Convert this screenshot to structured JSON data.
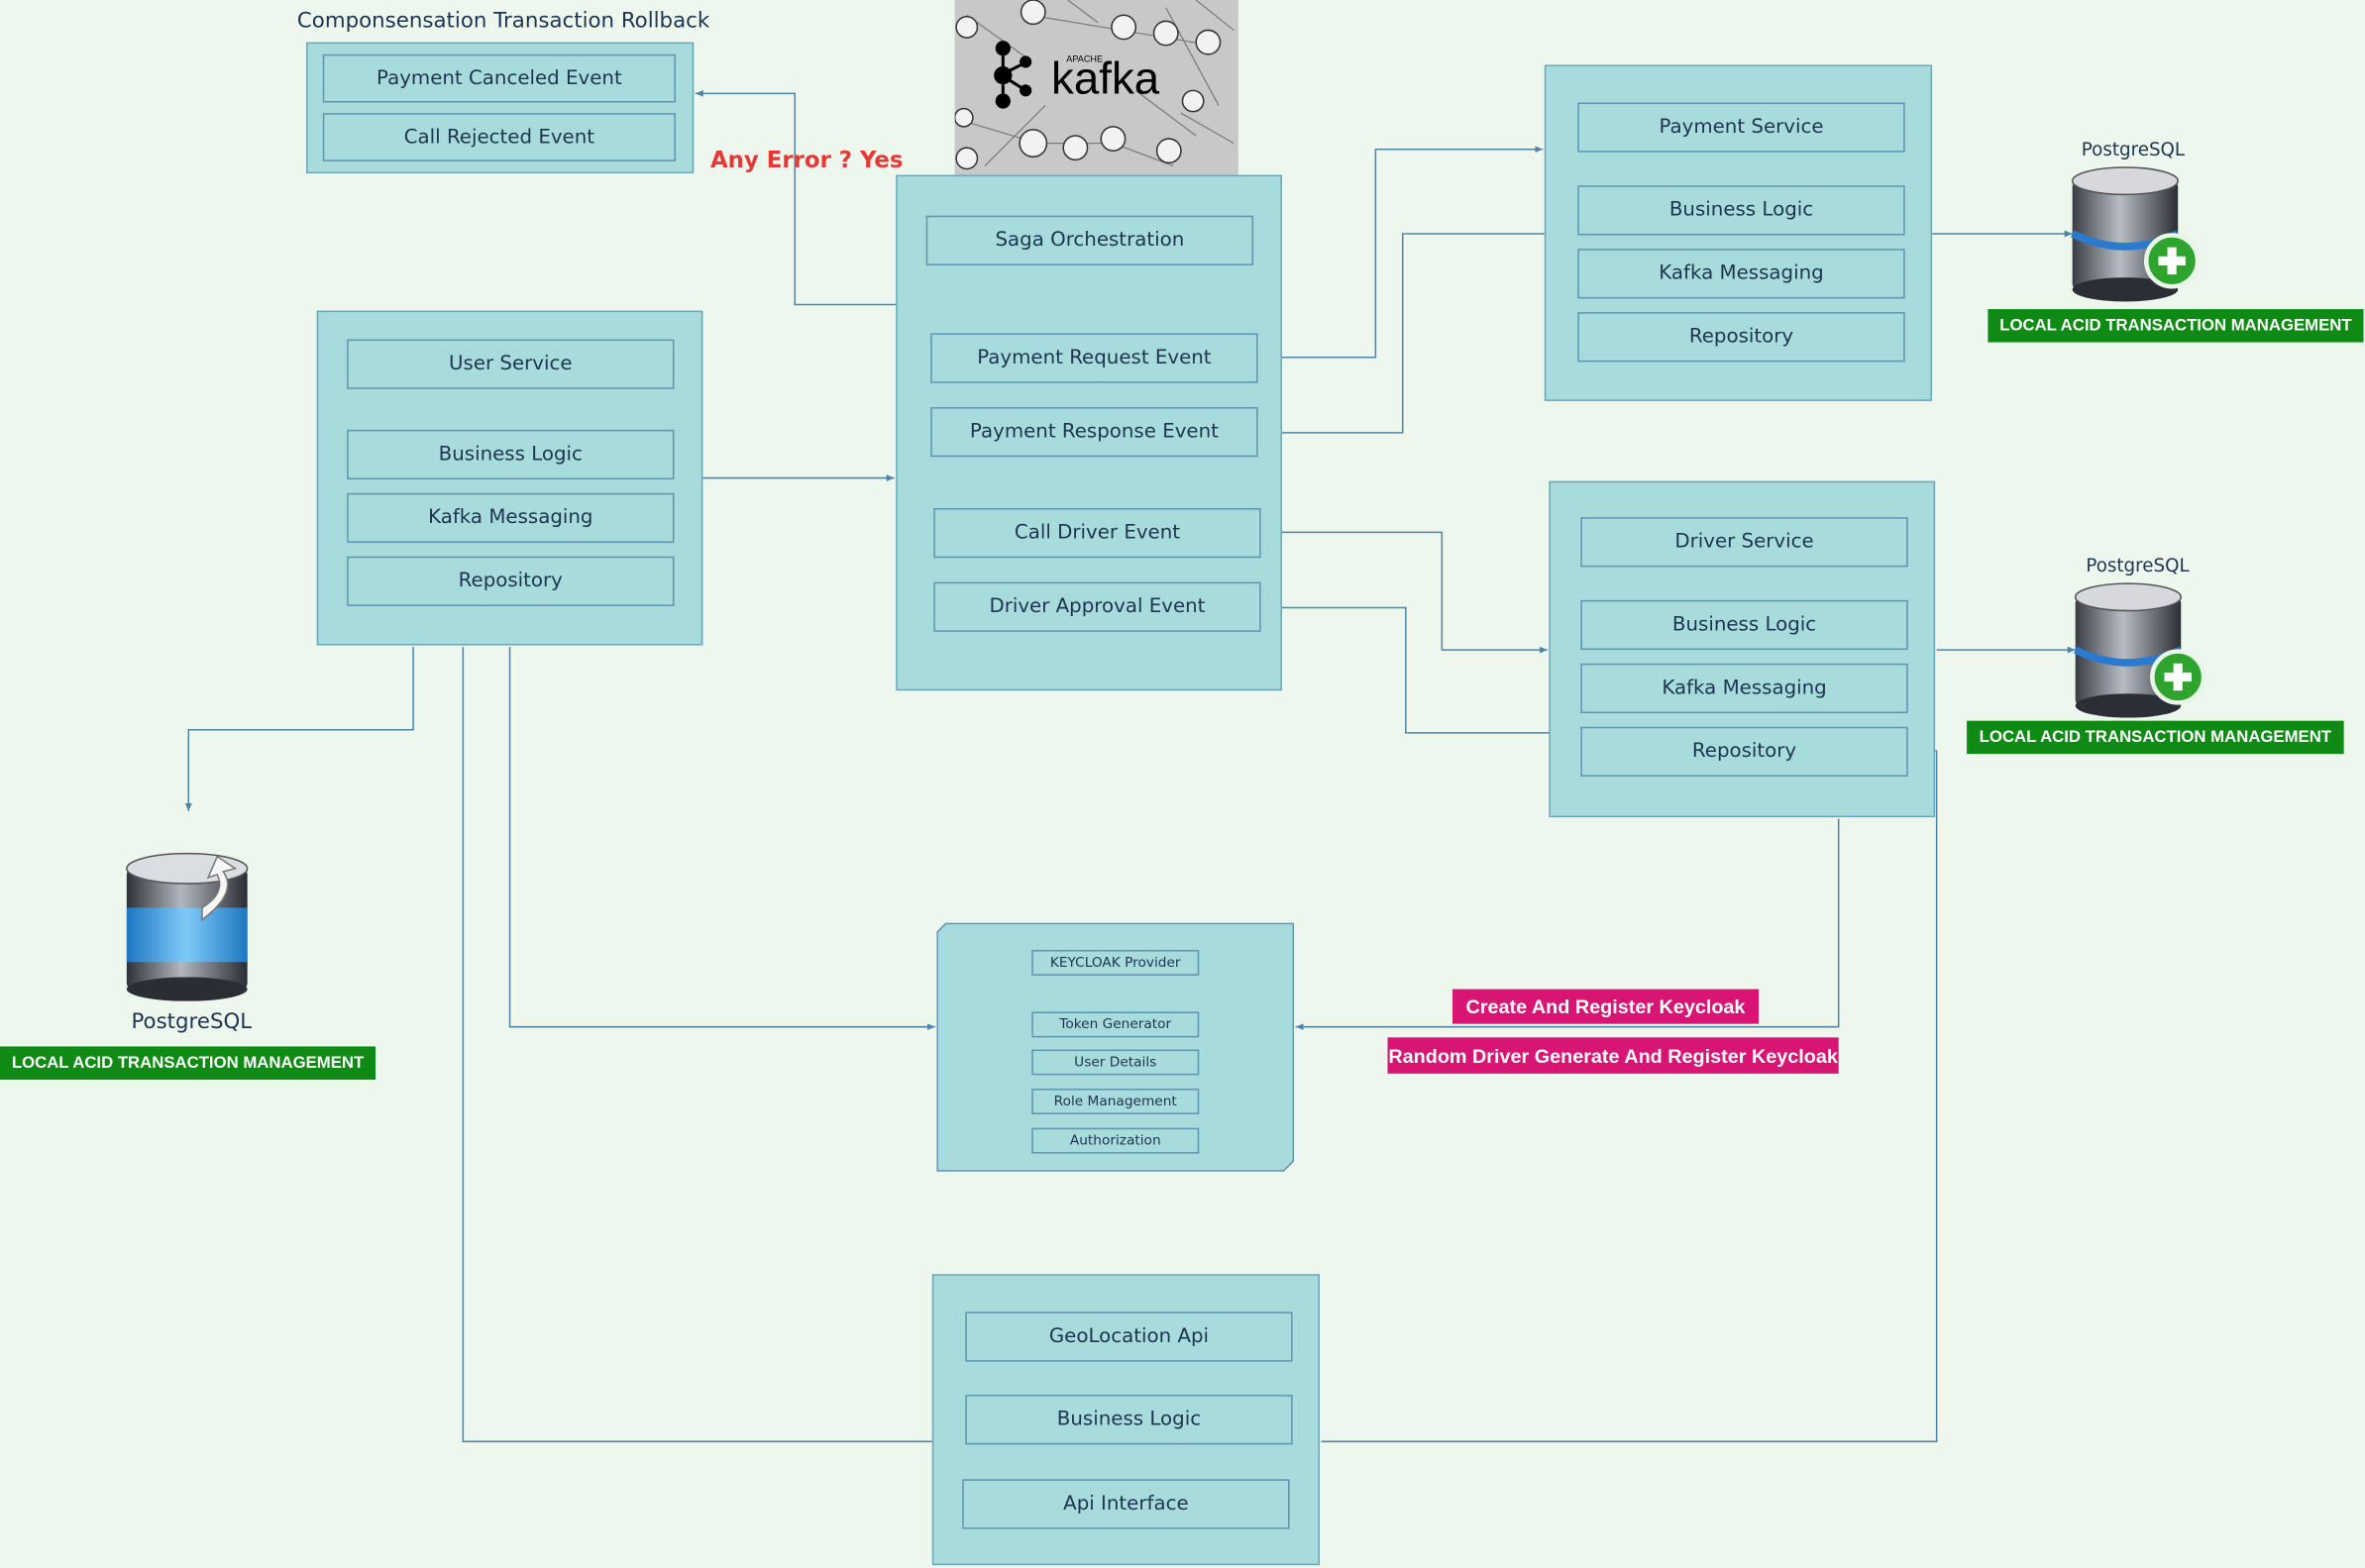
{
  "rollback": {
    "title": "Componsensation Transaction Rollback",
    "events": [
      "Payment Canceled Event",
      "Call Rejected Event"
    ],
    "condition_label": "Any Error ? Yes"
  },
  "kafka": {
    "apache_label": "APACHE",
    "brand": "kafka"
  },
  "saga": {
    "title": "Saga Orchestration",
    "events": [
      "Payment Request Event",
      "Payment Response Event",
      "Call Driver Event",
      "Driver Approval Event"
    ]
  },
  "user_service": {
    "items": [
      "User Service",
      "Business Logic",
      "Kafka Messaging",
      "Repository"
    ]
  },
  "payment_service": {
    "items": [
      "Payment Service",
      "Business Logic",
      "Kafka Messaging",
      "Repository"
    ]
  },
  "driver_service": {
    "items": [
      "Driver Service",
      "Business Logic",
      "Kafka Messaging",
      "Repository"
    ]
  },
  "keycloak": {
    "items": [
      "KEYCLOAK Provider",
      "Token Generator",
      "User Details",
      "Role Management",
      "Authorization"
    ]
  },
  "geolocation": {
    "items": [
      "GeoLocation Api",
      "Business Logic",
      "Api Interface"
    ]
  },
  "databases": {
    "payment_db": {
      "label": "PostgreSQL",
      "badge": "LOCAL ACID TRANSACTION MANAGEMENT"
    },
    "driver_db": {
      "label": "PostgreSQL",
      "badge": "LOCAL ACID TRANSACTION MANAGEMENT"
    },
    "user_db": {
      "label": "PostgreSQL",
      "badge": "LOCAL ACID TRANSACTION MANAGEMENT"
    }
  },
  "annotations": {
    "create_register": "Create And Register Keycloak",
    "random_driver": "Random Driver Generate And Register Keycloak"
  },
  "colors": {
    "panel": "#a8dbdb",
    "border": "#5f95b3",
    "connector": "#4f86a8",
    "badge_green": "#0f8a14",
    "badge_magenta": "#d81572",
    "error_red": "#e53935",
    "background": "#eef7ee"
  }
}
